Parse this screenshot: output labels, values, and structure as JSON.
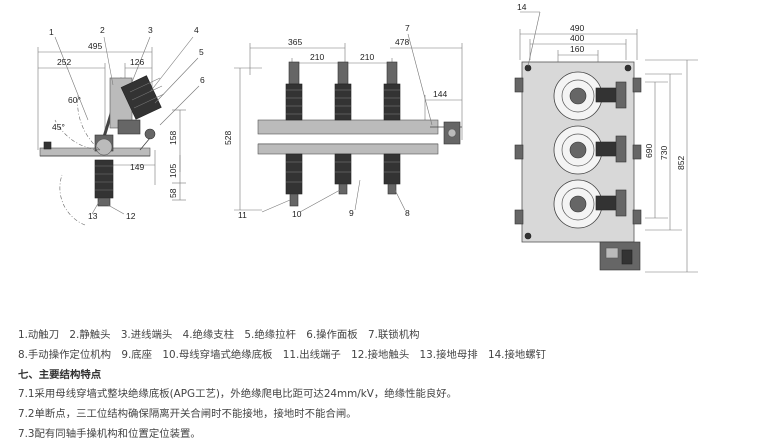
{
  "drawing": {
    "side_view": {
      "callouts": [
        "1",
        "2",
        "3",
        "4",
        "5",
        "6",
        "12",
        "13"
      ],
      "dims": [
        "495",
        "252",
        "126",
        "158",
        "149",
        "105",
        "58"
      ],
      "angles": [
        "60°",
        "45°"
      ]
    },
    "front_view": {
      "callouts": [
        "7",
        "8",
        "9",
        "10",
        "11"
      ],
      "dims": [
        "365",
        "478",
        "210",
        "210",
        "144",
        "528"
      ]
    },
    "rear_view": {
      "callouts": [
        "14"
      ],
      "dims": [
        "490",
        "400",
        "160",
        "690",
        "730",
        "852"
      ]
    }
  },
  "legend": {
    "row1": [
      "1.动触刀",
      "2.静触头",
      "3.进线端头",
      "4.绝缘支柱",
      "5.绝缘拉杆",
      "6.操作面板",
      "7.联锁机构"
    ],
    "row2": [
      "8.手动操作定位机构",
      "9.底座",
      "10.母线穿墙式绝缘底板",
      "11.出线端子",
      "12.接地触头",
      "13.接地母排",
      "14.接地螺钉"
    ]
  },
  "section": {
    "heading": "七、主要结构特点",
    "items": [
      "7.1采用母线穿墙式整块绝缘底板(APG工艺)，外绝缘爬电比距可达24mm/kV，绝缘性能良好。",
      "7.2单断点，三工位结构确保隔离开关合闸时不能接地，接地时不能合闸。",
      "7.3配有同轴手操机构和位置定位装置。"
    ]
  }
}
